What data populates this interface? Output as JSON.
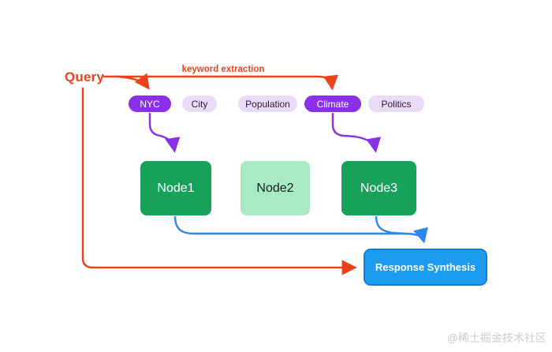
{
  "diagram": {
    "query_label": "Query",
    "edge_label": "keyword extraction",
    "keywords": [
      {
        "label": "NYC",
        "matched": true
      },
      {
        "label": "City",
        "matched": false
      },
      {
        "label": "Population",
        "matched": false
      },
      {
        "label": "Climate",
        "matched": true
      },
      {
        "label": "Politics",
        "matched": false
      }
    ],
    "nodes": [
      {
        "label": "Node1",
        "active": true
      },
      {
        "label": "Node2",
        "active": false
      },
      {
        "label": "Node3",
        "active": true
      }
    ],
    "synthesis_label": "Response Synthesis",
    "colors": {
      "query_red": "#E8431C",
      "keyword_purple": "#8930E8",
      "keyword_light_purple": "#EADBF9",
      "node_green": "#16A359",
      "node_light_green": "#A9E9C3",
      "flow_blue": "#2E86F0",
      "synthesis_blue": "#1D9BF0",
      "synthesis_border_blue": "#0D7EDB"
    }
  },
  "watermark": "@稀土掘金技术社区"
}
